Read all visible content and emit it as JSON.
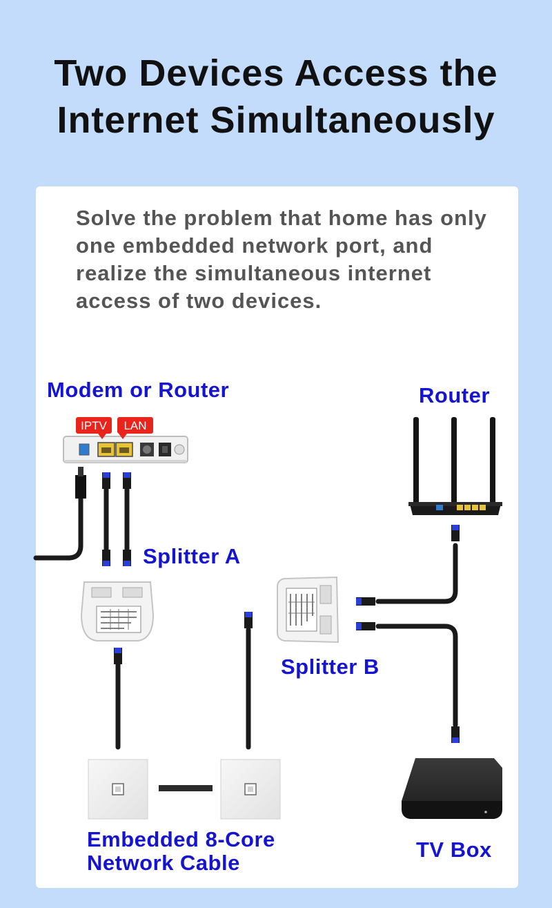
{
  "title": {
    "line1": "Two Devices Access the",
    "line2": "Internet Simultaneously"
  },
  "description": "Solve the problem that home has only one embedded network port, and realize the simultaneous internet access of two devices.",
  "labels": {
    "modem": "Modem or Router",
    "router": "Router",
    "splitter_a": "Splitter A",
    "splitter_b": "Splitter B",
    "cable_line1": "Embedded 8-Core",
    "cable_line2": "Network Cable",
    "tv_box": "TV Box"
  },
  "port_tags": {
    "iptv": "IPTV",
    "lan": "LAN"
  },
  "tv_box_brand": "",
  "colors": {
    "background": "#c3dcfb",
    "label_blue": "#1414d2",
    "tag_red": "#e8241c",
    "connector_blue": "#2a3fd8"
  }
}
